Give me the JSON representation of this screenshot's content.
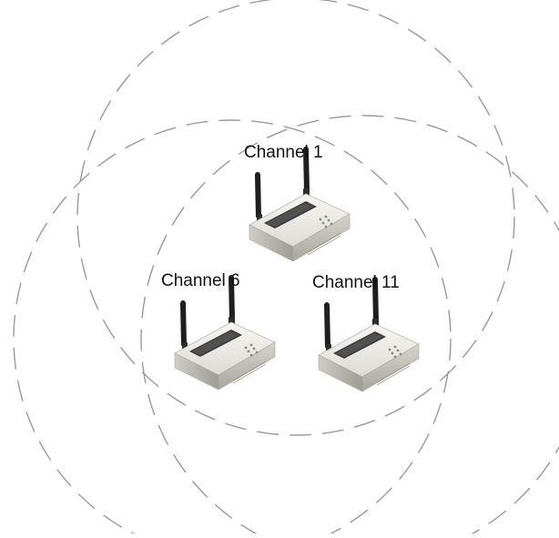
{
  "access_points": [
    {
      "id": "ap-1",
      "label": "Channel 1"
    },
    {
      "id": "ap-6",
      "label": "Channel 6"
    },
    {
      "id": "ap-11",
      "label": "Channel 11"
    }
  ],
  "colors": {
    "coverage_stroke": "#9a9a9a",
    "router_body": "#e4e2dc",
    "router_top": "#f1efea",
    "router_shadow": "#b9b6ae",
    "display_panel": "#3c3c3c",
    "antenna": "#1f1f1f",
    "label_text": "#111111"
  }
}
